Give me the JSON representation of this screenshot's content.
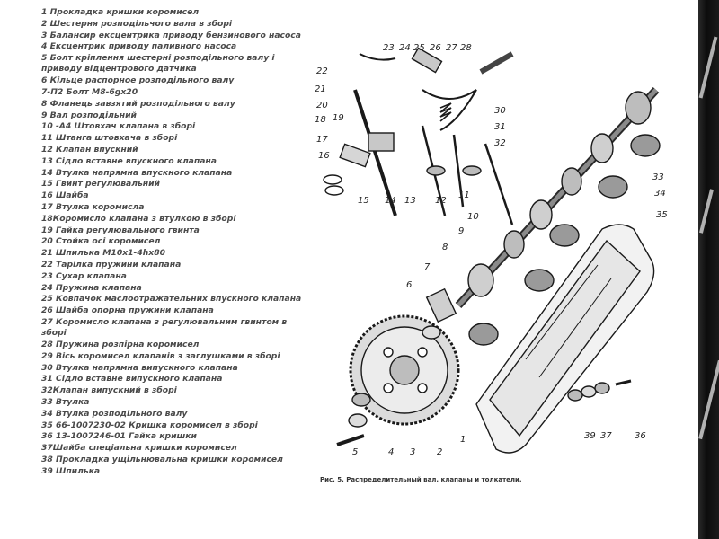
{
  "legend": {
    "items": [
      "1 Прокладка кришки коромисел",
      "2 Шестерня розподільчого вала в зборі",
      "3 Балансир ексцентрика приводу бензинового насоса",
      "4 Ексцентрик приводу паливного насоса",
      "5 Болт кріплення шестерні розподільного валу і приводу відцентрового датчика",
      "6 Кільце распорное розподільного валу",
      "7-П2 Болт М8-6gх20",
      "8 Фланець завзятий розподільного валу",
      "9 Вал розподільний",
      "10 -А4 Штовхач клапана в зборі",
      "11 Штанга штовхача в зборі",
      "12 Клапан впускний",
      "13 Сідло вставне впускного клапана",
      "14 Втулка напрямна впускного клапана",
      "15 Гвинт регулювальний",
      "16 Шайба",
      "17 Втулка коромисла",
      "18Коромисло клапана з втулкою в зборі",
      "19 Гайка регулювального гвинта",
      "20 Стойка осі коромисел",
      "21 Шпилька М10х1-4hх80",
      "22 Тарілка пружини клапана",
      "23 Сухар клапана",
      "24 Пружина клапана",
      "25 Ковпачок маслоотражательних впускного клапана",
      "26 Шайба опорна пружини клапана",
      "27 Коромисло клапана з регулювальним гвинтом в зборі",
      "28 Пружина розпірна коромисел",
      "29 Вісь коромисел клапанів з заглушками в зборі",
      "30 Втулка напрямна випускного клапана",
      "31 Сідло вставне випускного клапана",
      "32Клапан випускний в зборі",
      "33 Втулка",
      "34 Втулка розподільного валу",
      "35 66-1007230-02 Кришка коромисел в зборі",
      "36 13-1007246-01 Гайка кришки",
      "37Шайба спеціальна кришки коромисел",
      "38 Прокладка ущільнювальна кришки коромисел",
      "39 Шпилька"
    ]
  },
  "figure": {
    "caption": "Рис. 5. Распределительный вал, клапаны и толкатели.",
    "callouts": [
      "1",
      "2",
      "3",
      "4",
      "5",
      "6",
      "7",
      "8",
      "9",
      "10",
      "11",
      "12",
      "13",
      "14",
      "15",
      "16",
      "17",
      "18",
      "19",
      "20",
      "21",
      "22",
      "23",
      "24",
      "25",
      "26",
      "27",
      "28",
      "30",
      "31",
      "32",
      "33",
      "34",
      "35",
      "36",
      "37",
      "39"
    ]
  }
}
